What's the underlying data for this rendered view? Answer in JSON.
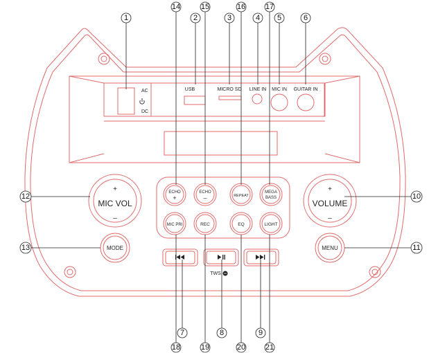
{
  "callouts": {
    "c1": "1",
    "c2": "2",
    "c3": "3",
    "c4": "4",
    "c5": "5",
    "c6": "6",
    "c7": "7",
    "c8": "8",
    "c9": "9",
    "c10": "10",
    "c11": "11",
    "c12": "12",
    "c13": "13",
    "c14": "14",
    "c15": "15",
    "c16": "16",
    "c17": "17",
    "c18": "18",
    "c19": "19",
    "c20": "20",
    "c21": "21"
  },
  "power_switch": {
    "ac": "AC",
    "dc": "DC",
    "power_icon": "power-icon"
  },
  "ports": {
    "usb": "USB",
    "micro_sd": "MICRO SD",
    "line_in": "LINE IN",
    "mic_in": "MIC IN",
    "guitar_in": "GUITAR IN"
  },
  "knobs": {
    "mic_vol": {
      "label": "MIC VOL",
      "plus": "+",
      "minus": "–"
    },
    "volume": {
      "label": "VOLUME",
      "plus": "+",
      "minus": "–"
    }
  },
  "buttons": {
    "echo_up": {
      "line1": "ECHO",
      "line2": "+"
    },
    "echo_down": {
      "line1": "ECHO",
      "line2": "–"
    },
    "repeat": "REPEAT",
    "mega_bass": {
      "line1": "MEGA",
      "line2": "BASS"
    },
    "mic_pri": "MIC PRI",
    "rec": "REC",
    "eq": "EQ",
    "light": "LIGHT",
    "mode": "MODE",
    "menu": "MENU",
    "prev_icon": "previous-track-icon",
    "play_icon": "play-pause-icon",
    "next_icon": "next-track-icon"
  },
  "tws": "TWS",
  "colors": {
    "outline": "#e06a6a",
    "leader": "#222222"
  }
}
